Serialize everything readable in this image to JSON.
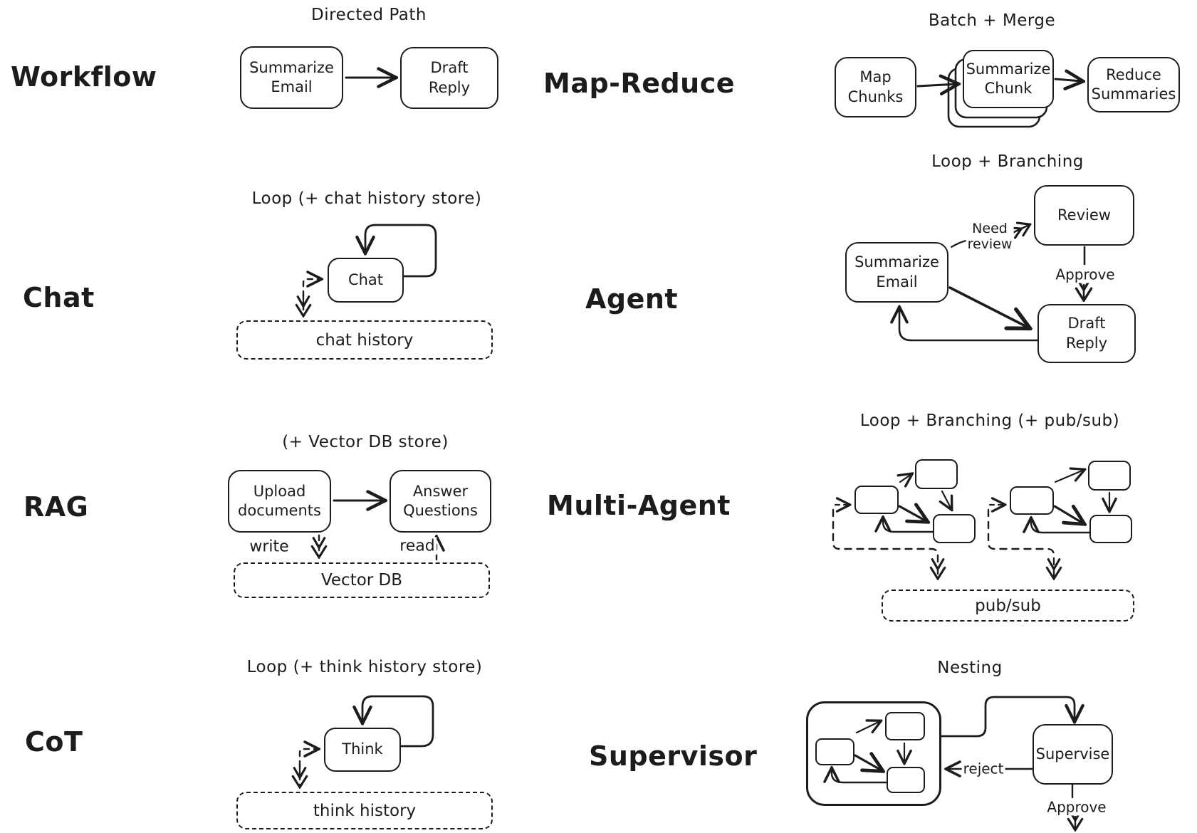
{
  "page": {
    "background": "#ffffff",
    "ink": "#1c1c1c"
  },
  "patterns": {
    "workflow": {
      "label": "Workflow",
      "title": "Directed Path",
      "node_summarize": "Summarize\nEmail",
      "node_draft": "Draft\nReply"
    },
    "map_reduce": {
      "label": "Map-Reduce",
      "title": "Batch + Merge",
      "node_map": "Map\nChunks",
      "node_summarize": "Summarize\nChunk",
      "node_reduce": "Reduce\nSummaries"
    },
    "chat": {
      "label": "Chat",
      "title": "Loop (+ chat history store)",
      "node_chat": "Chat",
      "store": "chat history"
    },
    "agent": {
      "label": "Agent",
      "title": "Loop + Branching",
      "node_summarize": "Summarize\nEmail",
      "node_review": "Review",
      "node_draft": "Draft\nReply",
      "edge_need_review": "Need\nreview",
      "edge_approve": "Approve"
    },
    "rag": {
      "label": "RAG",
      "title": "(+ Vector DB store)",
      "node_upload": "Upload\ndocuments",
      "node_answer": "Answer\nQuestions",
      "edge_write": "write",
      "edge_read": "read",
      "store": "Vector DB"
    },
    "multi_agent": {
      "label": "Multi-Agent",
      "title": "Loop + Branching (+ pub/sub)",
      "store": "pub/sub"
    },
    "cot": {
      "label": "CoT",
      "title": "Loop (+ think history store)",
      "node_think": "Think",
      "store": "think history"
    },
    "supervisor": {
      "label": "Supervisor",
      "title": "Nesting",
      "node_supervise": "Supervise",
      "edge_reject": "reject",
      "edge_approve": "Approve"
    }
  }
}
